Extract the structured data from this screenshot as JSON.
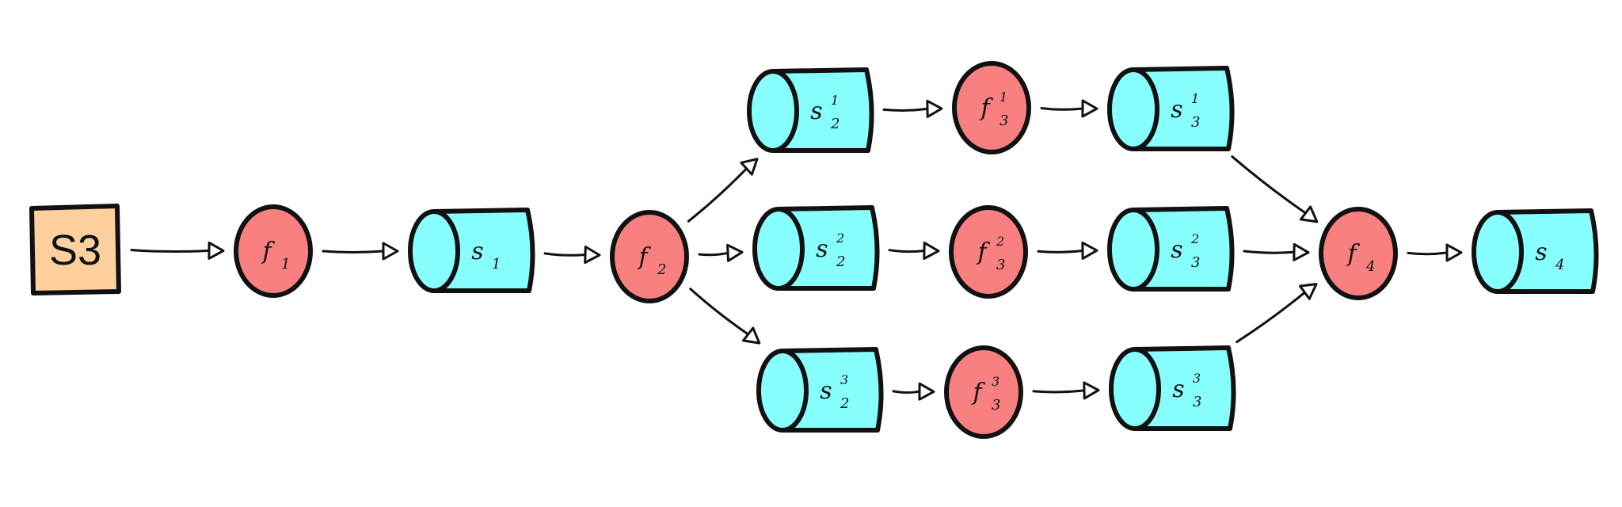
{
  "diagram": {
    "colors": {
      "source": "#FDD09E",
      "function": "#F98080",
      "storage": "#87FFFF",
      "stroke": "#111111"
    },
    "source": {
      "label": "S3"
    },
    "nodes": [
      {
        "id": "f1",
        "kind": "function",
        "base": "f",
        "sub": "1",
        "sup": ""
      },
      {
        "id": "s1",
        "kind": "storage",
        "base": "s",
        "sub": "1",
        "sup": ""
      },
      {
        "id": "f2",
        "kind": "function",
        "base": "f",
        "sub": "2",
        "sup": ""
      },
      {
        "id": "s2_1",
        "kind": "storage",
        "base": "s",
        "sub": "2",
        "sup": "1"
      },
      {
        "id": "f3_1",
        "kind": "function",
        "base": "f",
        "sub": "3",
        "sup": "1"
      },
      {
        "id": "s3_1",
        "kind": "storage",
        "base": "s",
        "sub": "3",
        "sup": "1"
      },
      {
        "id": "s2_2",
        "kind": "storage",
        "base": "s",
        "sub": "2",
        "sup": "2"
      },
      {
        "id": "f3_2",
        "kind": "function",
        "base": "f",
        "sub": "3",
        "sup": "2"
      },
      {
        "id": "s3_2",
        "kind": "storage",
        "base": "s",
        "sub": "3",
        "sup": "2"
      },
      {
        "id": "s2_3",
        "kind": "storage",
        "base": "s",
        "sub": "2",
        "sup": "3"
      },
      {
        "id": "f3_3",
        "kind": "function",
        "base": "f",
        "sub": "3",
        "sup": "3"
      },
      {
        "id": "s3_3",
        "kind": "storage",
        "base": "s",
        "sub": "3",
        "sup": "3"
      },
      {
        "id": "f4",
        "kind": "function",
        "base": "f",
        "sub": "4",
        "sup": ""
      },
      {
        "id": "s4",
        "kind": "storage",
        "base": "s",
        "sub": "4",
        "sup": ""
      }
    ],
    "edges": [
      [
        "source",
        "f1"
      ],
      [
        "f1",
        "s1"
      ],
      [
        "s1",
        "f2"
      ],
      [
        "f2",
        "s2_1"
      ],
      [
        "f2",
        "s2_2"
      ],
      [
        "f2",
        "s2_3"
      ],
      [
        "s2_1",
        "f3_1"
      ],
      [
        "f3_1",
        "s3_1"
      ],
      [
        "s2_2",
        "f3_2"
      ],
      [
        "f3_2",
        "s3_2"
      ],
      [
        "s2_3",
        "f3_3"
      ],
      [
        "f3_3",
        "s3_3"
      ],
      [
        "s3_1",
        "f4"
      ],
      [
        "s3_2",
        "f4"
      ],
      [
        "s3_3",
        "f4"
      ],
      [
        "f4",
        "s4"
      ]
    ]
  }
}
